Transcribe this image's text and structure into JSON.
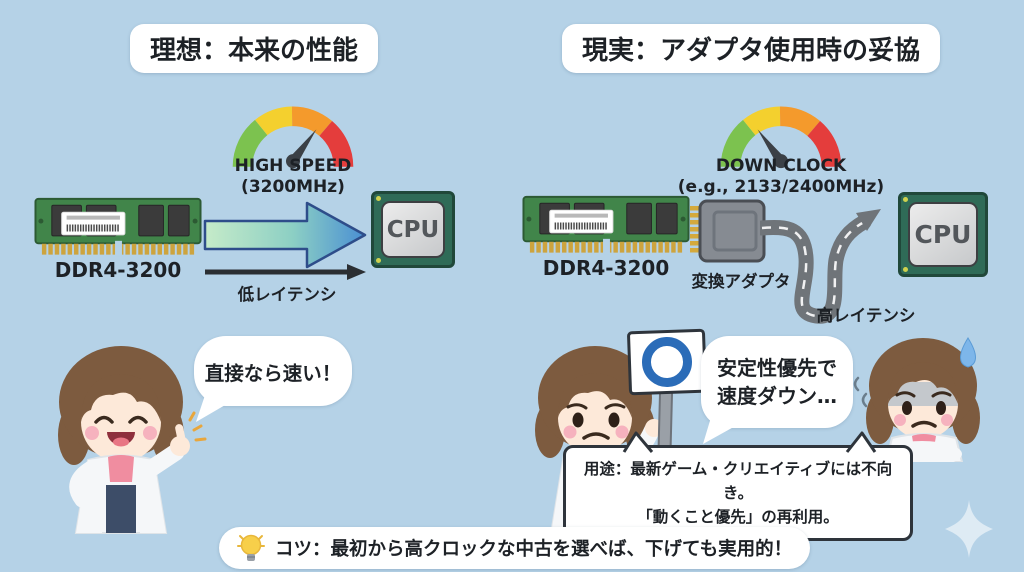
{
  "left": {
    "title": "理想：本来の性能",
    "gauge": {
      "label1": "HIGH SPEED",
      "label2": "(3200MHz)"
    },
    "ram_label": "DDR4-3200",
    "cpu_label": "CPU",
    "latency_label": "低レイテンシ",
    "bubble": "直接なら速い！"
  },
  "right": {
    "title": "現実：アダプタ使用時の妥協",
    "gauge": {
      "label1": "DOWN CLOCK",
      "label2": "(e.g., 2133/2400MHz)"
    },
    "ram_label": "DDR4-3200",
    "adapter_label": "変換アダプタ",
    "latency_label": "高レイテンシ",
    "cpu_label": "CPU",
    "bubble_line1": "安定性優先で",
    "bubble_line2": "速度ダウン…",
    "note_line1": "用途：最新ゲーム・クリエイティブには不向き。",
    "note_line2": "「動くこと優先」の再利用。"
  },
  "footer": {
    "tip": "コツ：最初から高クロックな中古を選べば、下げても実用的！"
  },
  "colors": {
    "background": "#b5d2e7",
    "gauge_green": "#7cc24f",
    "gauge_yellow": "#f4d02e",
    "gauge_orange": "#f49a2c",
    "gauge_red": "#e43d3c",
    "arrow_gradient_start": "#c6ebc9",
    "arrow_gradient_end": "#4a8fd3",
    "ram_pcb_green": "#41854a",
    "ram_pins_gold": "#cda43e",
    "cpu_board_green": "#2f6b57",
    "adapter_gray": "#868b92",
    "cable_gray": "#6f7479",
    "sign_ring_blue": "#2b6cb8",
    "sweat_blue": "#7db6ea"
  }
}
